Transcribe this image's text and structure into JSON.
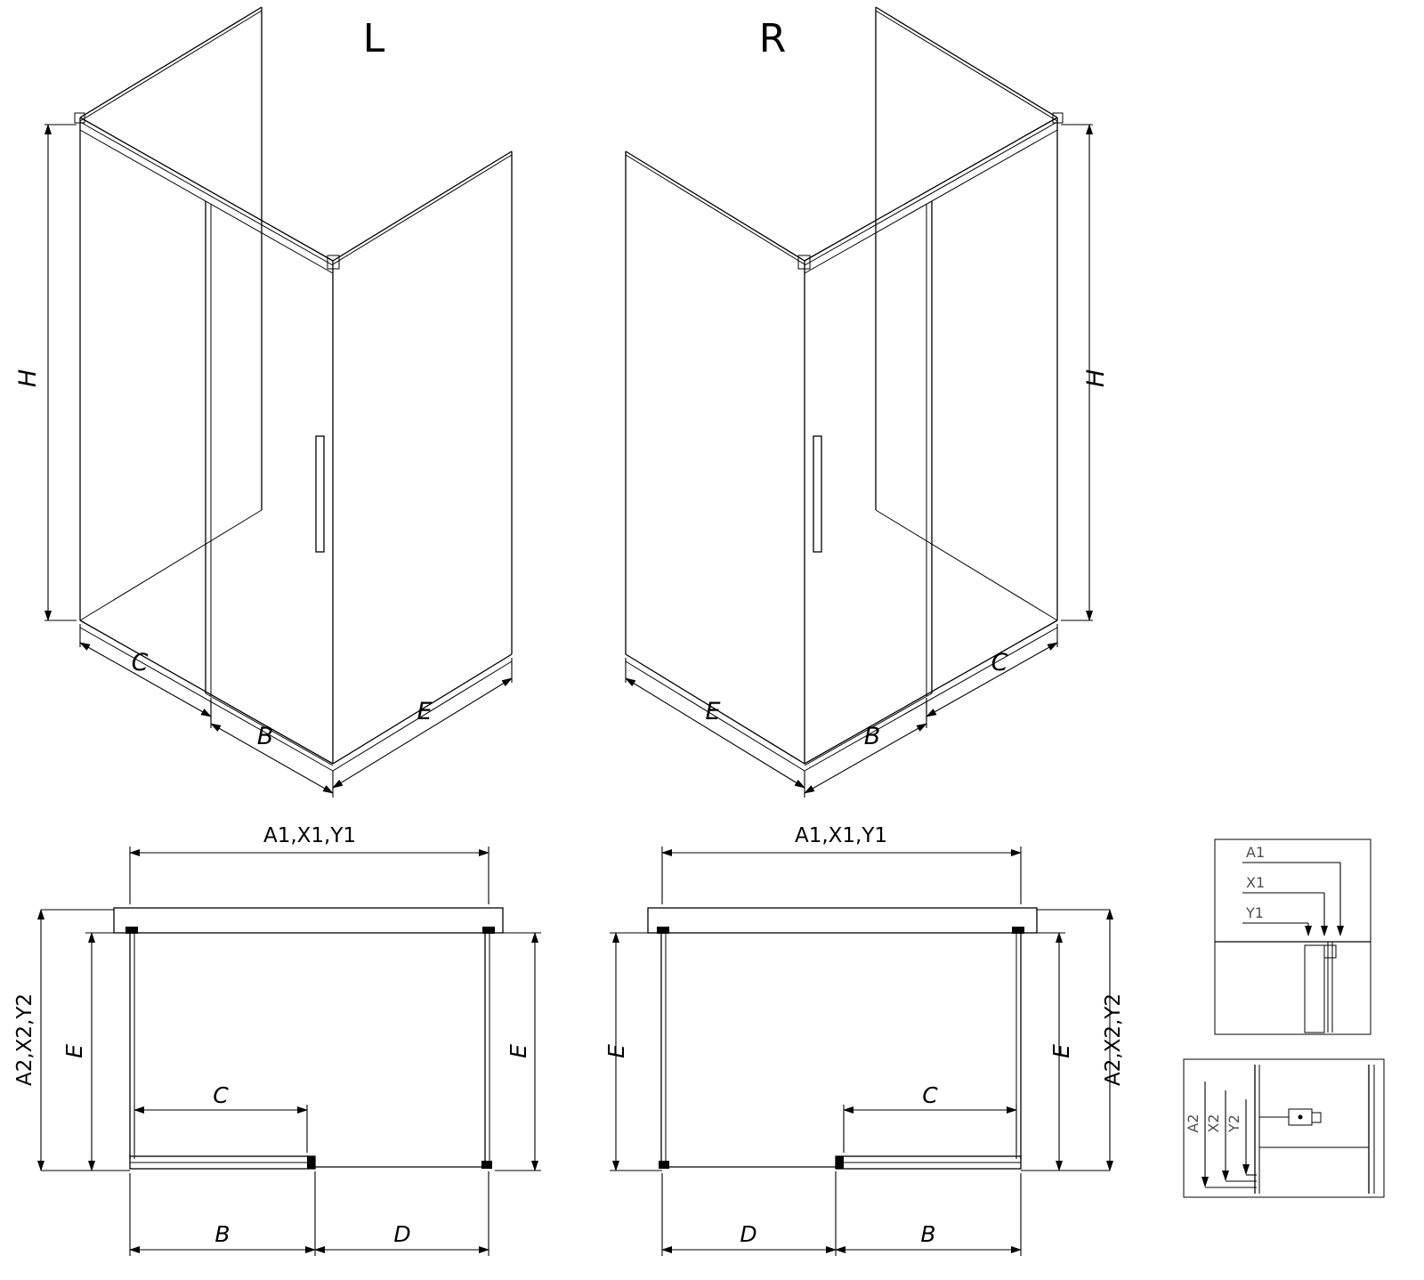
{
  "colors": {
    "line": "#000000",
    "background": "#ffffff",
    "detail_label": "#4f4f4f"
  },
  "iso_left": {
    "title": "L",
    "dim_height": "H",
    "dim_fixed": "C",
    "dim_door": "B",
    "dim_side": "E"
  },
  "iso_right": {
    "title": "R",
    "dim_height": "H",
    "dim_fixed": "C",
    "dim_door": "B",
    "dim_side": "E"
  },
  "plan_left": {
    "dim_top": "A1,X1,Y1",
    "dim_left_outer": "A2,X2,Y2",
    "dim_left_inner": "E",
    "dim_right": "E",
    "dim_door": "C",
    "dim_bottom_left": "B",
    "dim_bottom_right": "D"
  },
  "plan_right": {
    "dim_top": "A1,X1,Y1",
    "dim_right_outer": "A2,X2,Y2",
    "dim_left": "E",
    "dim_right_inner": "E",
    "dim_door": "C",
    "dim_bottom_left": "D",
    "dim_bottom_right": "B"
  },
  "detail_top": {
    "label_a": "A1",
    "label_x": "X1",
    "label_y": "Y1"
  },
  "detail_bottom": {
    "label_a": "A2",
    "label_x": "X2",
    "label_y": "Y2"
  }
}
